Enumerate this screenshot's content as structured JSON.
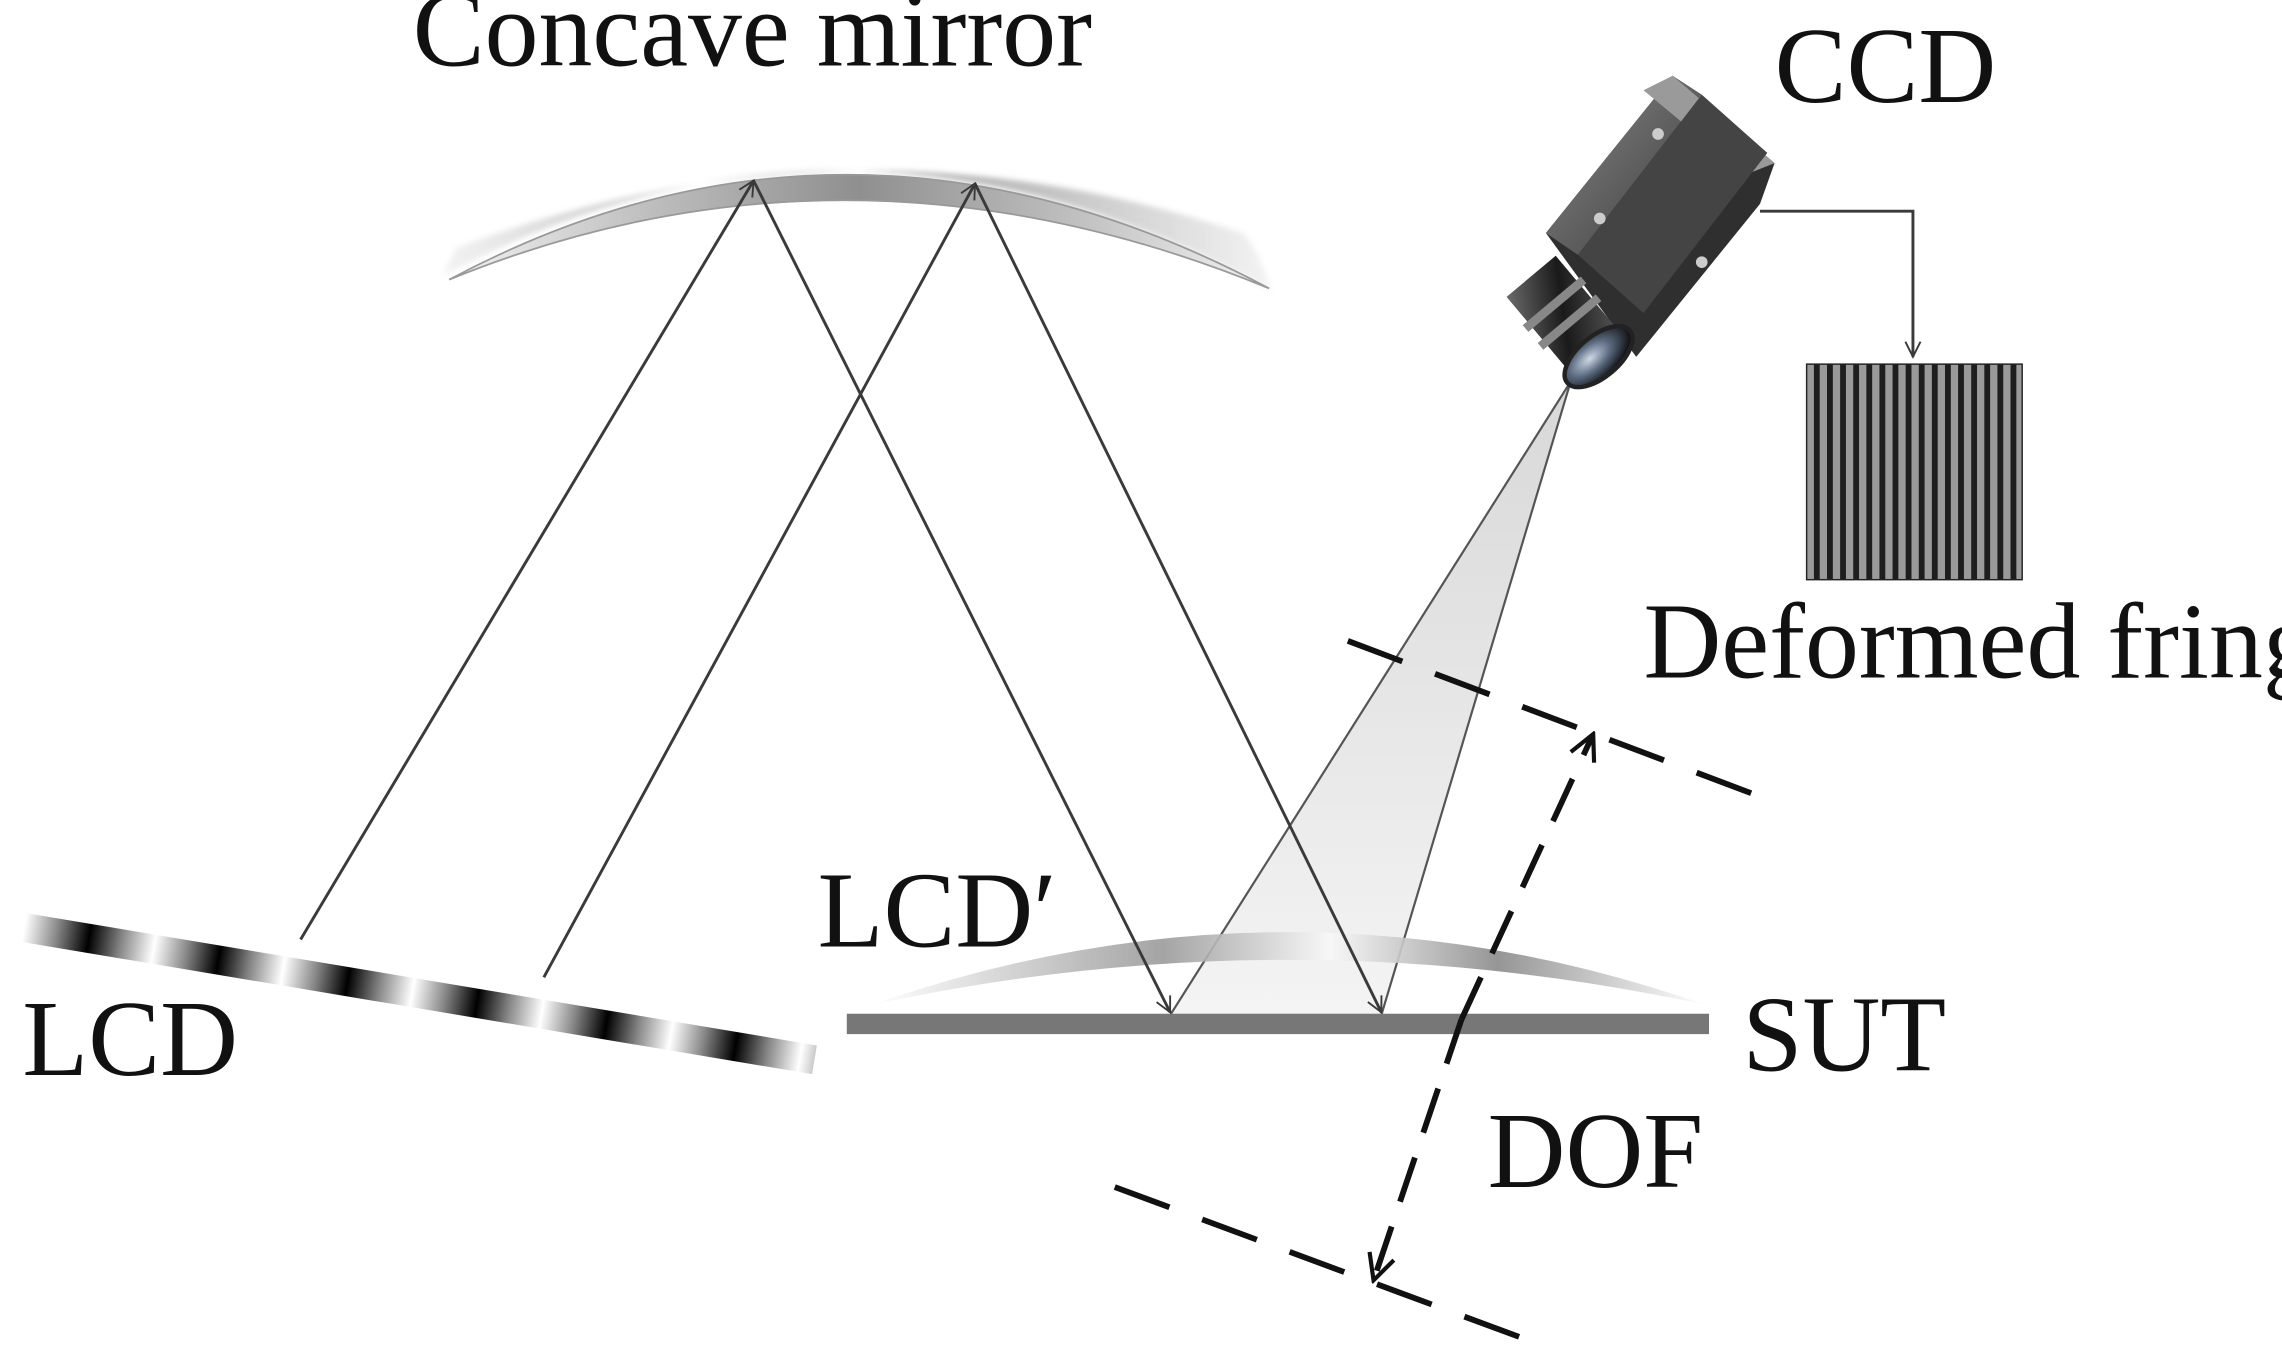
{
  "labels": {
    "concave_mirror": "Concave mirror",
    "ccd": "CCD",
    "deformed_fringes": "Deformed fringes",
    "lcd": "LCD",
    "lcd_virtual": "LCD′",
    "sut": "SUT",
    "dof": "DOF"
  },
  "colors": {
    "line": "#3a3a3a",
    "sut_plate": "#777777",
    "dof_line": "#111111",
    "mirror_dark": "#8a8a8a",
    "mirror_light": "#f0f0f0",
    "camera_body": "#2e2e2e",
    "fringe_dark": "#222222",
    "fringe_light": "#9a9a9a"
  },
  "icons": {
    "camera": "ccd-camera-icon",
    "fringes": "fringe-pattern-icon"
  }
}
